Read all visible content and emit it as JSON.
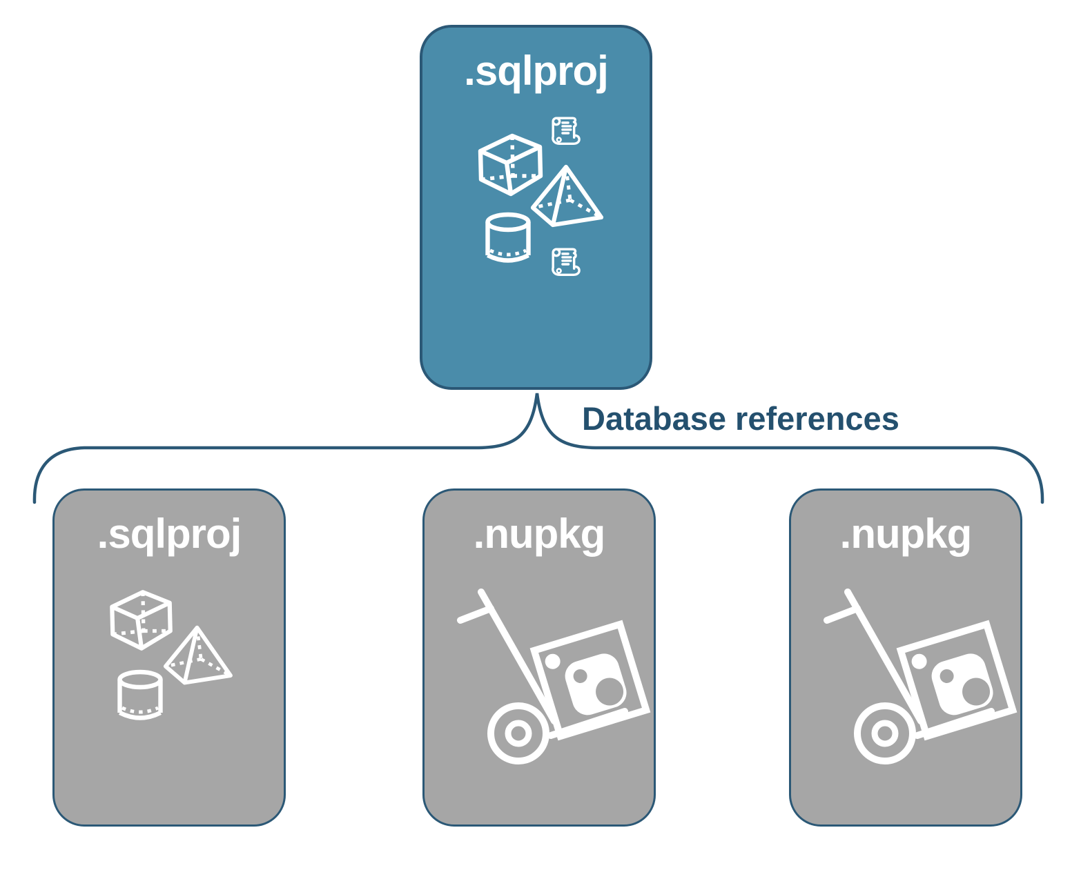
{
  "diagram": {
    "root": {
      "label": ".sqlproj",
      "fill": "#4a8caa",
      "icons": [
        "cube-icon",
        "scroll-icon",
        "pyramid-icon",
        "cylinder-icon",
        "scroll-icon"
      ]
    },
    "connector": {
      "label": "Database references",
      "color": "#24506e",
      "line_color": "#2b5876"
    },
    "children": [
      {
        "label": ".sqlproj",
        "fill": "#a6a6a6",
        "icons": [
          "cube-icon",
          "pyramid-icon",
          "cylinder-icon"
        ]
      },
      {
        "label": ".nupkg",
        "fill": "#a6a6a6",
        "icons": [
          "package-dolly-icon",
          "nuget-logo"
        ]
      },
      {
        "label": ".nupkg",
        "fill": "#a6a6a6",
        "icons": [
          "package-dolly-icon",
          "nuget-logo"
        ]
      }
    ],
    "colors": {
      "root_fill": "#4a8caa",
      "child_fill": "#a6a6a6",
      "border": "#2b5876",
      "label_text": "#ffffff",
      "icon": "#ffffff"
    }
  }
}
